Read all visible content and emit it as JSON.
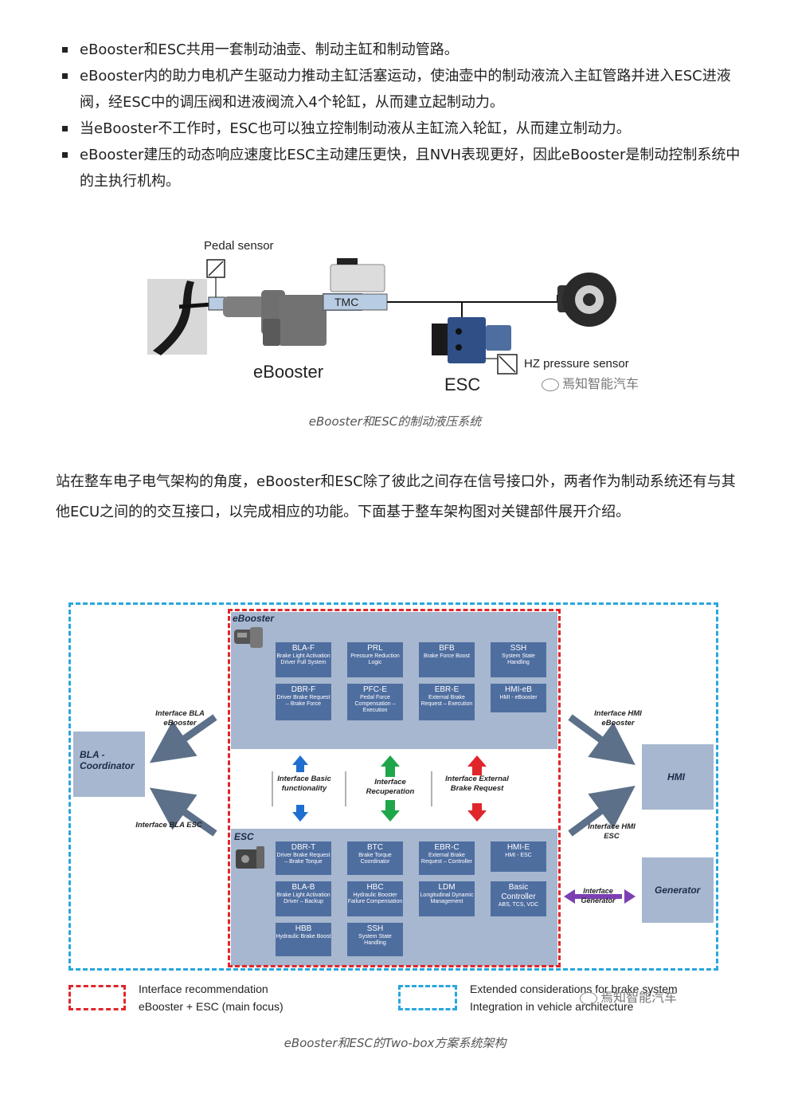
{
  "bullets": [
    "eBooster和ESC共用一套制动油壶、制动主缸和制动管路。",
    "eBooster内的助力电机产生驱动力推动主缸活塞运动，使油壶中的制动液流入主缸管路并进入ESC进液阀，经ESC中的调压阀和进液阀流入4个轮缸，从而建立起制动力。",
    "当eBooster不工作时，ESC也可以独立控制制动液从主缸流入轮缸，从而建立制动力。",
    "eBooster建压的动态响应速度比ESC主动建压更快，且NVH表现更好，因此eBooster是制动控制系统中的主执行机构。"
  ],
  "figure1": {
    "pedal_sensor": "Pedal sensor",
    "tmc": "TMC",
    "ebooster": "eBooster",
    "esc": "ESC",
    "hz_sensor": "HZ pressure sensor",
    "watermark": "焉知智能汽车",
    "caption": "eBooster和ESC的制动液压系统"
  },
  "paragraph": "站在整车电子电气架构的角度，eBooster和ESC除了彼此之间存在信号接口外，两者作为制动系统还有与其他ECU之间的的交互接口，以完成相应的功能。下面基于整车架构图对关键部件展开介绍。",
  "figure2": {
    "ebooster_title": "eBooster",
    "esc_title": "ESC",
    "ebooster_functions": [
      {
        "title": "BLA-F",
        "desc": "Brake Light Activation Driver Full System"
      },
      {
        "title": "PRL",
        "desc": "Pressure Reduction Logic"
      },
      {
        "title": "BFB",
        "desc": "Brake Force Boost"
      },
      {
        "title": "SSH",
        "desc": "System State Handling"
      },
      {
        "title": "DBR-F",
        "desc": "Driver Brake Request – Brake Force"
      },
      {
        "title": "PFC-E",
        "desc": "Pedal Force Compensation – Execution"
      },
      {
        "title": "EBR-E",
        "desc": "External Brake Request – Execution"
      },
      {
        "title": "HMI-eB",
        "desc": "HMI - eBooster"
      }
    ],
    "esc_functions": [
      {
        "title": "DBR-T",
        "desc": "Driver Brake Request – Brake Torque"
      },
      {
        "title": "BTC",
        "desc": "Brake Torque Coordinator"
      },
      {
        "title": "EBR-C",
        "desc": "External Brake Request – Controller"
      },
      {
        "title": "HMI-E",
        "desc": "HMI - ESC"
      },
      {
        "title": "BLA-B",
        "desc": "Brake Light Activation Driver – Backup"
      },
      {
        "title": "HBC",
        "desc": "Hydraulic Booster Failure Compensation"
      },
      {
        "title": "LDM",
        "desc": "Longitudinal Dynamic Management"
      },
      {
        "title": "Basic Controller",
        "desc": "ABS, TCS, VDC"
      },
      {
        "title": "HBB",
        "desc": "Hydraulic Brake Boost"
      },
      {
        "title": "SSH",
        "desc": "System State Handling"
      }
    ],
    "bla_coordinator": "BLA - Coordinator",
    "hmi": "HMI",
    "generator": "Generator",
    "interfaces": {
      "bla_eb": "Interface BLA eBooster",
      "bla_esc": "Interface BLA ESC",
      "hmi_eb": "Interface HMI eBooster",
      "hmi_esc": "Interface HMI ESC",
      "basic": "Interface Basic functionality",
      "recup": "Interface Recuperation",
      "ext": "Interface External Brake Request",
      "gen": "Interface Generator"
    },
    "legend": {
      "red_line1": "Interface recommendation",
      "red_line2": "eBooster + ESC (main focus)",
      "blue_line1": "Extended considerations for brake system",
      "blue_line2": "Integration in vehicle architecture"
    },
    "watermark": "焉知智能汽车",
    "caption": "eBooster和ESC的Two-box方案系统架构"
  },
  "colors": {
    "red_dash": "#e0262b",
    "blue_dash": "#2aa7dc",
    "panel": "#a6b7cf",
    "function_box": "#4f6ea0",
    "arrow_gray": "#5d7089",
    "arrow_blue": "#1e6fd0",
    "arrow_green": "#1fa64a",
    "arrow_red": "#e0262b",
    "arrow_purple": "#7b3fb3"
  }
}
